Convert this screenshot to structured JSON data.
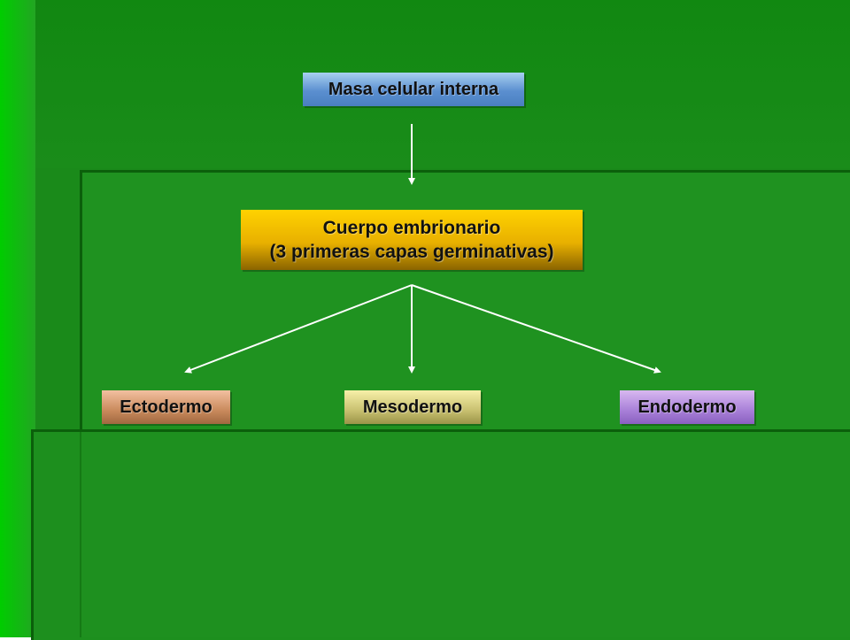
{
  "diagram": {
    "root": "Masa celular interna",
    "middle": {
      "line1": "Cuerpo embrionario",
      "line2": "(3 primeras capas germinativas)"
    },
    "children": [
      "Ectodermo",
      "Mesodermo",
      "Endodermo"
    ]
  },
  "colors": {
    "background": "#1a8a1a",
    "arrow": "#ffffff",
    "root_box": "#5b8fd0",
    "middle_box": "#e8b000",
    "ectodermo_box": "#c98a5c",
    "mesodermo_box": "#c8c070",
    "endodermo_box": "#a880d8"
  }
}
